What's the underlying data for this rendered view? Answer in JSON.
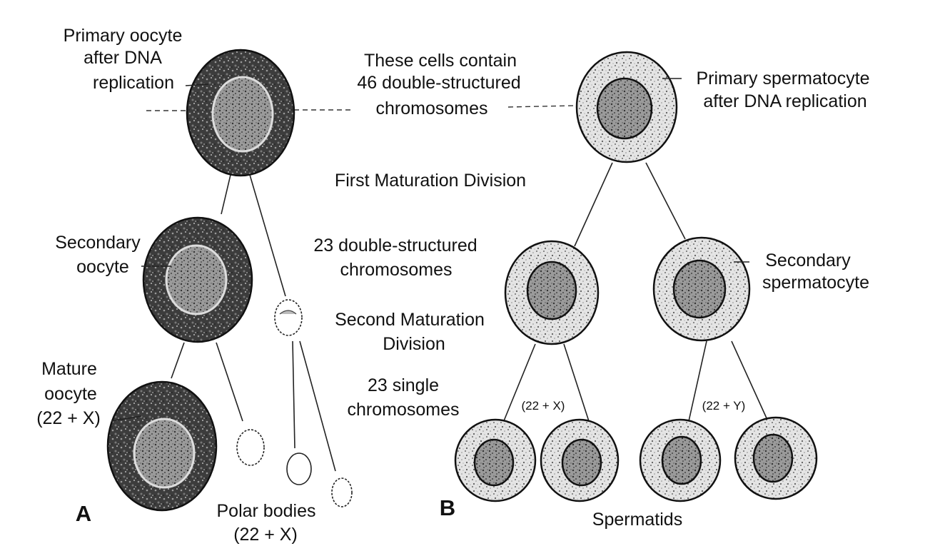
{
  "labels": {
    "primary_oocyte": [
      "Primary oocyte",
      "after DNA",
      "replication"
    ],
    "shared_note": [
      "These cells contain",
      "46 double-structured",
      "chromosomes"
    ],
    "primary_spermatocyte": [
      "Primary spermatocyte",
      "after DNA replication"
    ],
    "first_division": "First Maturation Division",
    "secondary_oocyte": [
      "Secondary",
      "oocyte"
    ],
    "double_23": [
      "23 double-structured",
      "chromosomes"
    ],
    "secondary_spermatocyte": [
      "Secondary",
      "spermatocyte"
    ],
    "second_division": [
      "Second Maturation",
      "Division"
    ],
    "mature_oocyte": [
      "Mature",
      "oocyte",
      "(22 + X)"
    ],
    "single_23": [
      "23 single",
      "chromosomes"
    ],
    "x_karyotype": "(22 + X)",
    "y_karyotype": "(22 + Y)",
    "polar_bodies": [
      "Polar bodies",
      "(22 + X)"
    ],
    "panel_a": "A",
    "panel_b": "B",
    "spermatids": "Spermatids"
  },
  "colors": {
    "oocyte_cytoplasm": "#3a3a3a",
    "spermatocyte_cytoplasm": "#d2d2d2",
    "nucleus": "#8a8a8a",
    "outline": "#111111"
  }
}
